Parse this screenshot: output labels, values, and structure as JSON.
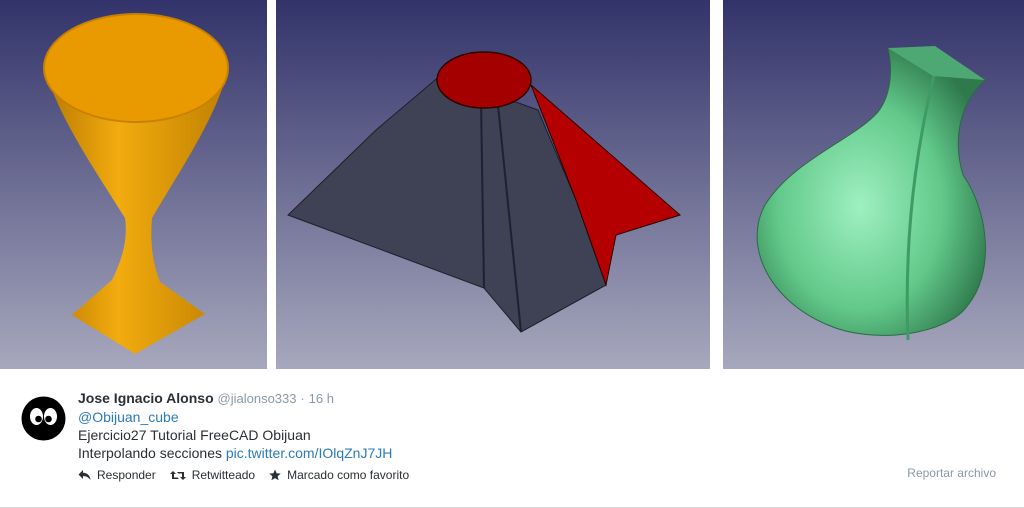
{
  "tweet": {
    "fullname": "Jose Ignacio Alonso",
    "username": "@jialonso333",
    "separator": "·",
    "time": "16 h",
    "mention": "@Obijuan_cube",
    "line1": "Ejercicio27 Tutorial FreeCAD Obijuan",
    "line2_text": "Interpolando secciones ",
    "line2_link": "pic.twitter.com/IOlqZnJ7JH"
  },
  "actions": {
    "reply": "Responder",
    "retweet": "Retwitteado",
    "favorite": "Marcado como favorito"
  },
  "report": "Reportar archivo",
  "icons": {
    "reply": "reply-icon",
    "retweet": "retweet-icon",
    "favorite": "star-icon",
    "avatar": "eyes-avatar"
  },
  "colors": {
    "link": "#2b7bb9",
    "muted": "#8899a6",
    "text": "#292f33",
    "cup": "#f2a300",
    "prism": "#3f4154",
    "red": "#b00000",
    "vase": "#6fd79a"
  }
}
